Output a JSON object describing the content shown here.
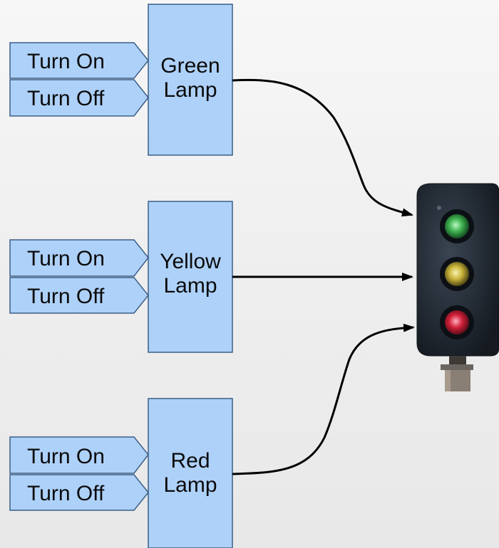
{
  "lamp_controllers": [
    {
      "label_line1": "Green",
      "label_line2": "Lamp",
      "inputs": [
        "Turn On",
        "Turn Off"
      ]
    },
    {
      "label_line1": "Yellow",
      "label_line2": "Lamp",
      "inputs": [
        "Turn On",
        "Turn Off"
      ]
    },
    {
      "label_line1": "Red",
      "label_line2": "Lamp",
      "inputs": [
        "Turn On",
        "Turn Off"
      ]
    }
  ],
  "traffic_light": {
    "lamps": [
      "green",
      "yellow",
      "red"
    ]
  },
  "colors": {
    "block_fill": "#aed1f9",
    "block_stroke": "#3b5f88",
    "wire": "#000000",
    "green_lamp": "#3fb24f",
    "yellow_lamp": "#c9b43a",
    "red_lamp": "#d2203a",
    "signal_housing": "#1f2630"
  }
}
